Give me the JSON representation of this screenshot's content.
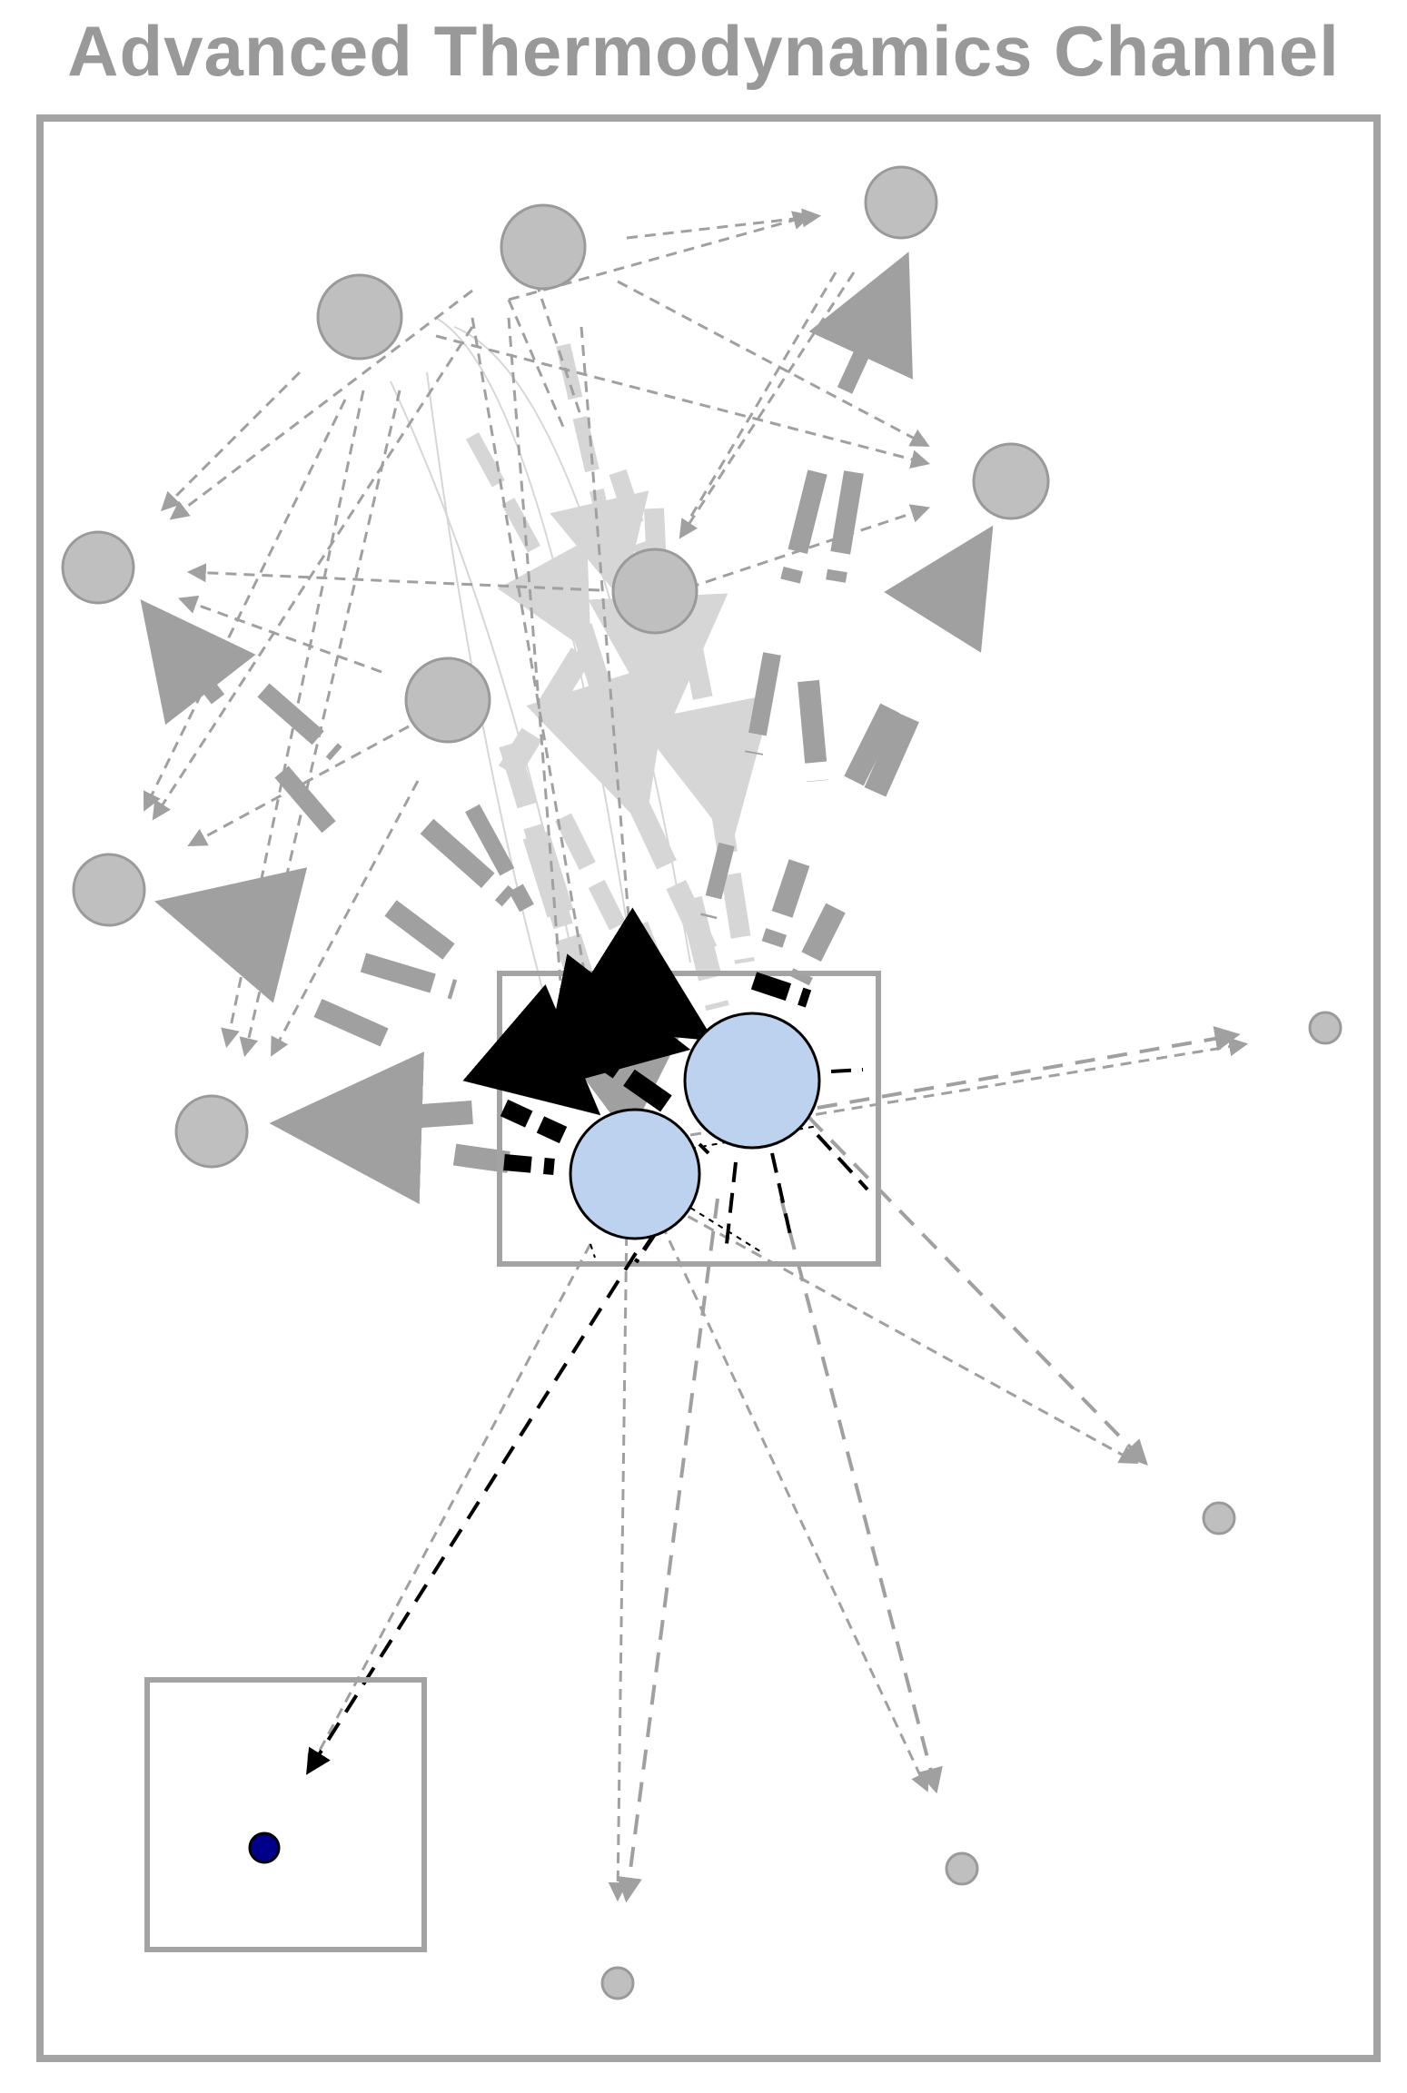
{
  "title": "Advanced Thermodynamics Channel",
  "colors": {
    "title": "#999999",
    "frame": "#a3a3a3",
    "node_fill": "#bfbfbf",
    "node_stroke": "#9a9a9a",
    "highlight_fill": "#bcd2ee",
    "highlight_stroke": "#000000",
    "target_fill": "#00008b",
    "edge_gray": "#a0a0a0",
    "edge_light": "#d6d6d6",
    "edge_dark": "#000000"
  },
  "diagram": {
    "nodes": [
      {
        "id": "n1",
        "kind": "cluster-node"
      },
      {
        "id": "n2",
        "kind": "cluster-node"
      },
      {
        "id": "n3",
        "kind": "cluster-node"
      },
      {
        "id": "n4",
        "kind": "cluster-node"
      },
      {
        "id": "n5",
        "kind": "cluster-node"
      },
      {
        "id": "n6",
        "kind": "cluster-node"
      },
      {
        "id": "n7",
        "kind": "cluster-node"
      },
      {
        "id": "n8",
        "kind": "cluster-node"
      },
      {
        "id": "n9",
        "kind": "cluster-node"
      },
      {
        "id": "h1",
        "kind": "highlighted-node"
      },
      {
        "id": "h2",
        "kind": "highlighted-node"
      },
      {
        "id": "s1",
        "kind": "peripheral-node"
      },
      {
        "id": "s2",
        "kind": "peripheral-node"
      },
      {
        "id": "s3",
        "kind": "peripheral-node"
      },
      {
        "id": "s4",
        "kind": "peripheral-node"
      },
      {
        "id": "t1",
        "kind": "target-node"
      }
    ],
    "groups": [
      {
        "id": "focus-box",
        "members": [
          "h1",
          "h2"
        ]
      },
      {
        "id": "target-box",
        "members": [
          "t1"
        ]
      }
    ]
  }
}
